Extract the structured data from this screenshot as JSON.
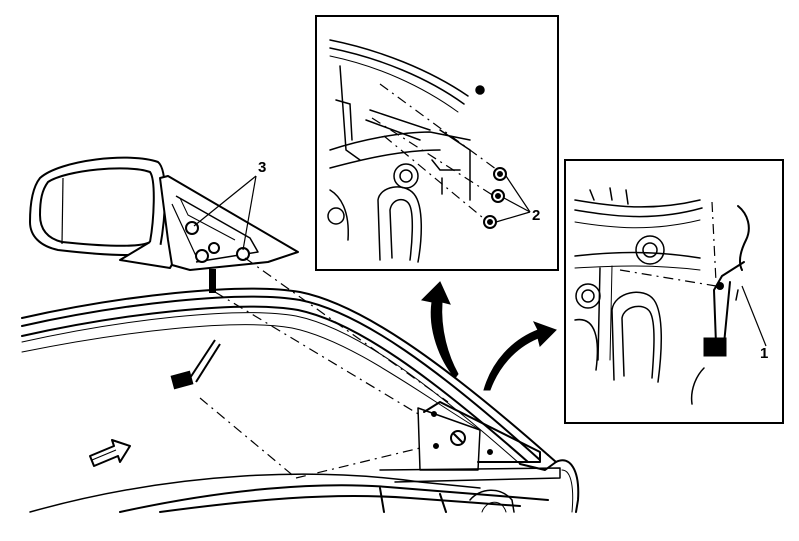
{
  "callouts": {
    "mirror_nuts": "3",
    "inset_top_nuts": "2",
    "inset_right_harness": "1"
  },
  "colors": {
    "line": "#000000",
    "fill": "#ffffff",
    "hatch": "#555555"
  },
  "icons": [
    "view-direction-arrow-icon",
    "curved-detail-arrow-icon"
  ]
}
